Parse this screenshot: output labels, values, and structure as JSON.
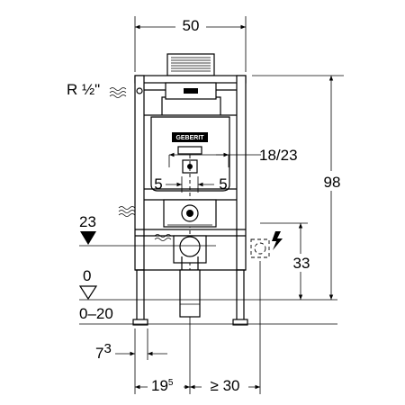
{
  "dimensions": {
    "width_top": "50",
    "height_total": "98",
    "pipe_range": "18/23",
    "offset_left": "5",
    "offset_right": "5",
    "outlet_height": "23",
    "socket_height": "33",
    "floor_zero": "0",
    "floor_range": "0–20",
    "foot_base": "7",
    "foot_sup": "3",
    "bottom_left_base": "19",
    "bottom_left_sup": "5",
    "bottom_right": "≥ 30"
  },
  "labels": {
    "water_inlet": "R ½\"",
    "brand": "GEBERIT"
  },
  "icons": {
    "water": "water-wave-icon",
    "power": "lightning-icon",
    "level": "level-triangle-icon"
  }
}
